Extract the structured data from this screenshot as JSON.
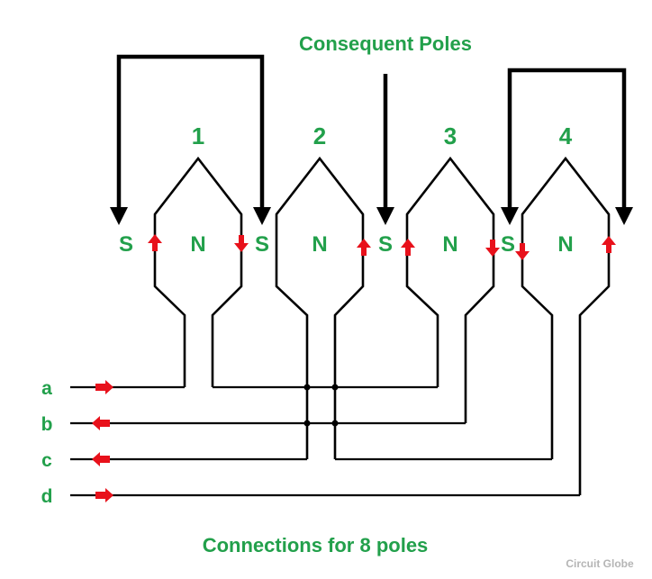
{
  "title": "Consequent Poles",
  "coils": [
    {
      "number": "1",
      "center_pole": "N"
    },
    {
      "number": "2",
      "center_pole": "N"
    },
    {
      "number": "3",
      "center_pole": "N"
    },
    {
      "number": "4",
      "center_pole": "N"
    }
  ],
  "consequent_pole_labels": [
    "S",
    "S",
    "S",
    "S"
  ],
  "leads": [
    "a",
    "b",
    "c",
    "d"
  ],
  "caption": "Connections for 8 poles",
  "watermark": "Circuit Globe",
  "colors": {
    "label_green": "#22a04b",
    "current_arrow_red": "#e8111b",
    "line_black": "#000000",
    "watermark_gray": "#b5b5b5"
  }
}
